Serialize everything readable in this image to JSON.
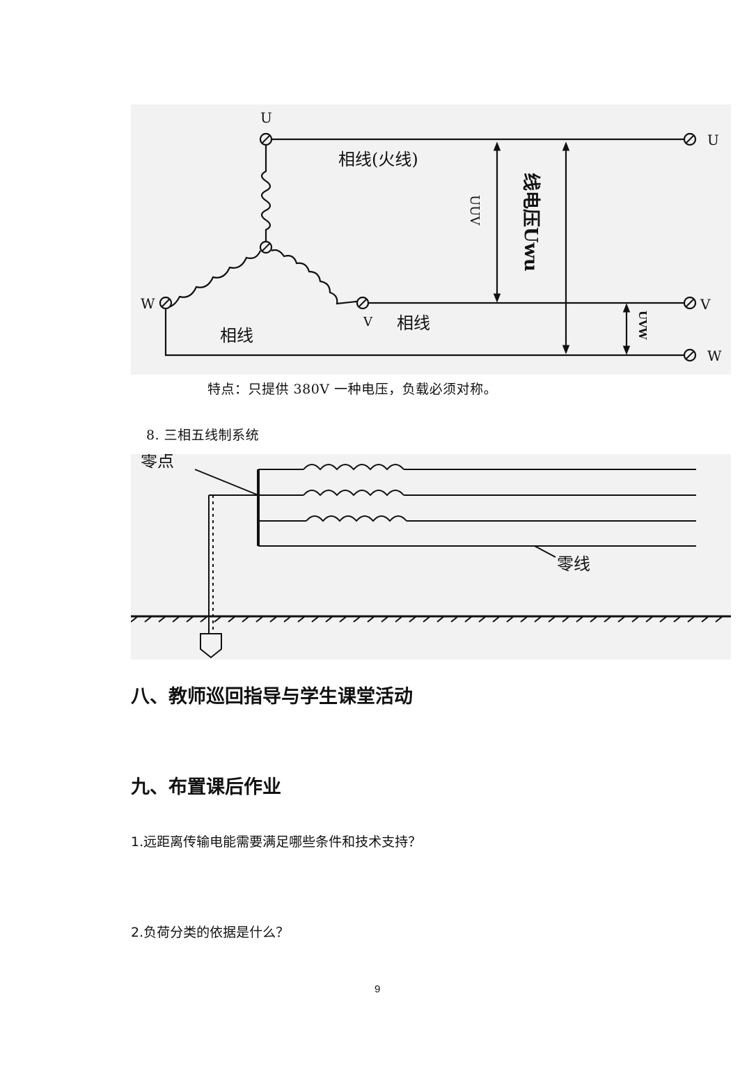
{
  "figure1": {
    "top_u": "U",
    "right_u": "U",
    "right_v": "V",
    "right_w": "W",
    "left_w": "W",
    "bottom_v": "V",
    "hot_line": "相线(火线)",
    "phase_line_1": "相线",
    "phase_line_2": "相线",
    "phase_voltage": "UUV",
    "line_voltage": "线电压Uwu",
    "uvw_label": "UVW"
  },
  "caption": "特点：只提供 380V 一种电压，负载必须对称。",
  "section8": "8. 三相五线制系统",
  "figure2": {
    "neutral_point": "零点",
    "neutral_line": "零线"
  },
  "heading8": "八、教师巡回指导与学生课堂活动",
  "heading9": "九、布置课后作业",
  "questions": [
    "1.远距离传输电能需要满足哪些条件和技术支持？",
    "2.负荷分类的依据是什么？"
  ],
  "page_number": "9"
}
